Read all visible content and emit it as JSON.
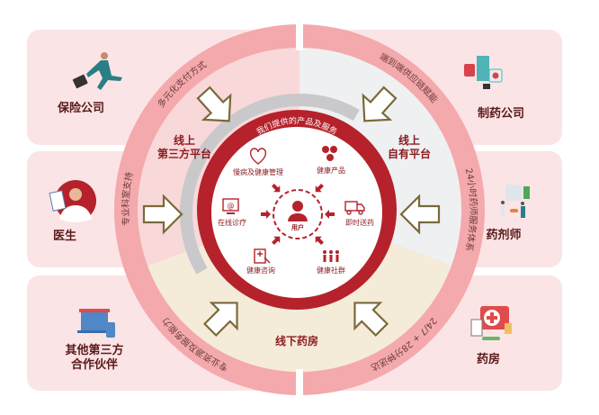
{
  "entities": {
    "insurance": "保险公司",
    "pharma": "制药公司",
    "doctor": "医生",
    "pharmacist": "药剂师",
    "partners_line1": "其他第三方",
    "partners_line2": "合作伙伴",
    "pharmacy": "药房"
  },
  "sections": {
    "third_party_line1": "线上",
    "third_party_line2": "第三方平台",
    "own_line1": "线上",
    "own_line2": "自有平台",
    "offline": "线下药房"
  },
  "ring_labels": {
    "payment": "多元化支付方式",
    "supply_chain": "端到端供应链赋能",
    "departments": "专业科室支持",
    "pharmacist_service": "24小时药师服务体系",
    "resources": "专业资源及服务能力",
    "delivery": "24/7 + 28分钟送达"
  },
  "inner": {
    "title": "我们提供的产品及服务",
    "center": "用户",
    "services": {
      "chronic": "慢病及健康管理",
      "products": "健康产品",
      "online_consult": "在线诊疗",
      "instant_delivery": "即时送药",
      "health_consult": "健康咨询",
      "community": "健康社群"
    }
  },
  "colors": {
    "red": "#b5222b",
    "pink_card": "#fbe4e5",
    "ring_pink": "#f4a9ad",
    "quad_pink": "#f9d8da",
    "quad_grey": "#eff0f1",
    "quad_beige": "#f5ebd9",
    "arrow": "#7a6a3a"
  }
}
